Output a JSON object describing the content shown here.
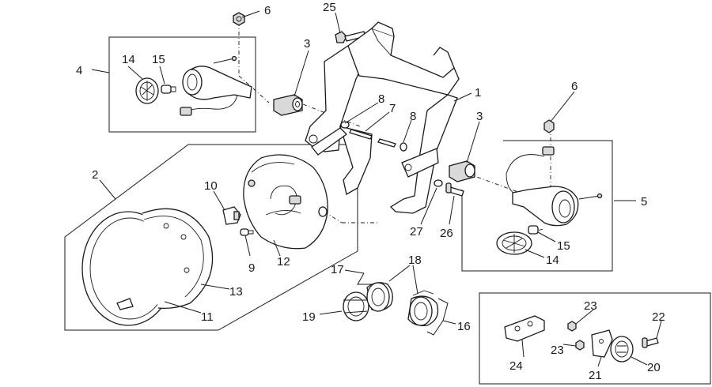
{
  "callouts": {
    "c1": "1",
    "c2": "2",
    "c3a": "3",
    "c3b": "3",
    "c4": "4",
    "c5": "5",
    "c6a": "6",
    "c6b": "6",
    "c7": "7",
    "c8a": "8",
    "c8b": "8",
    "c9": "9",
    "c10": "10",
    "c11": "11",
    "c12": "12",
    "c13": "13",
    "c14a": "14",
    "c14b": "14",
    "c15a": "15",
    "c15b": "15",
    "c16": "16",
    "c17": "17",
    "c18": "18",
    "c19": "19",
    "c20": "20",
    "c21": "21",
    "c22": "22",
    "c23a": "23",
    "c23b": "23",
    "c24": "24",
    "c25": "25",
    "c26": "26",
    "c27": "27"
  }
}
